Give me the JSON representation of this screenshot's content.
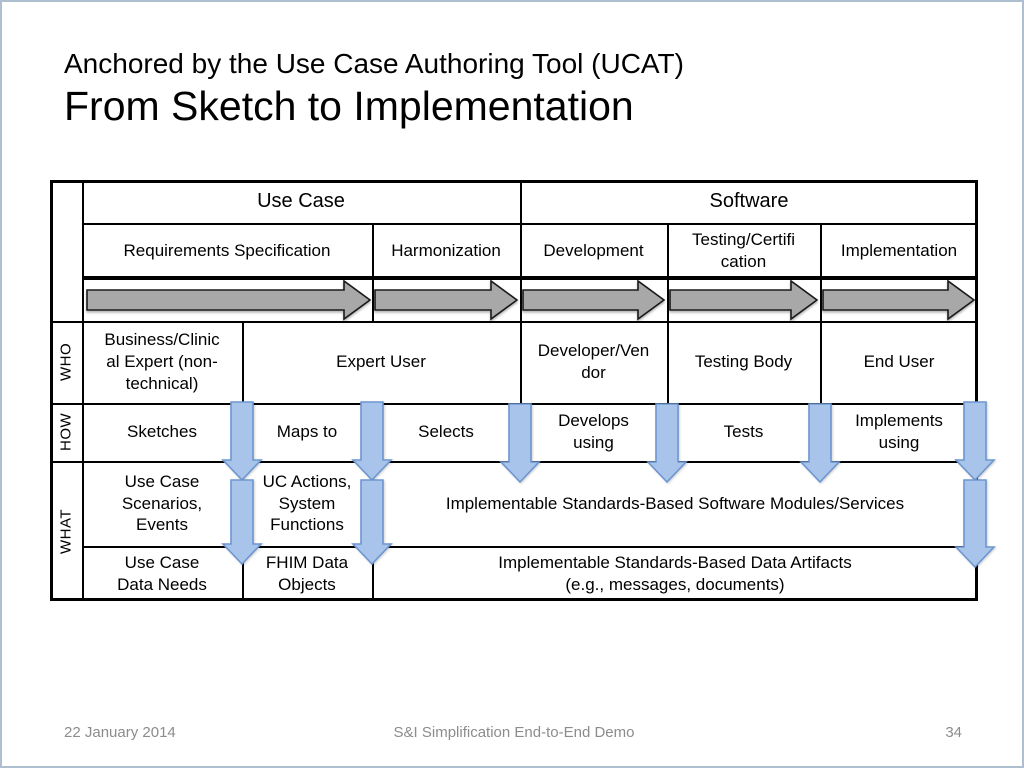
{
  "slide": {
    "title_line1": "Anchored by the Use Case Authoring Tool (UCAT)",
    "title_line2": "From Sketch to Implementation"
  },
  "table": {
    "phase_groups": [
      {
        "label": "Use Case"
      },
      {
        "label": "Software"
      }
    ],
    "phases": [
      "Requirements Specification",
      "Harmonization",
      "Development",
      "Testing/Certifi\ncation",
      "Implementation"
    ],
    "row_labels": {
      "who": "WHO",
      "how": "HOW",
      "what": "WHAT"
    },
    "who": [
      "Business/Clinic\nal Expert (non-\ntechnical)",
      "Expert User",
      "Developer/Ven\ndor",
      "Testing Body",
      "End User"
    ],
    "how": [
      "Sketches",
      "Maps to",
      "Selects",
      "Develops\nusing",
      "Tests",
      "Implements\nusing"
    ],
    "what_row1": [
      "Use Case\nScenarios,\nEvents",
      "UC Actions,\nSystem\nFunctions",
      "Implementable Standards-Based Software Modules/Services"
    ],
    "what_row2": [
      "Use Case\nData Needs",
      "FHIM Data\nObjects",
      "Implementable Standards-Based Data Artifacts\n(e.g., messages, documents)"
    ]
  },
  "icons": {
    "gray_arrow": "flow-arrow-right",
    "blue_arrow": "flow-arrow-down"
  },
  "colors": {
    "arrow_blue_fill": "#A9C4EA",
    "arrow_blue_stroke": "#6D96D0",
    "arrow_gray_fill": "#A8A8A8",
    "arrow_gray_stroke": "#1A1A1A",
    "border": "#000000",
    "footer_text": "#8C8C8C",
    "background": "#FFFFFF"
  },
  "footer": {
    "date": "22 January 2014",
    "center": "S&I Simplification End-to-End Demo",
    "page": "34"
  }
}
